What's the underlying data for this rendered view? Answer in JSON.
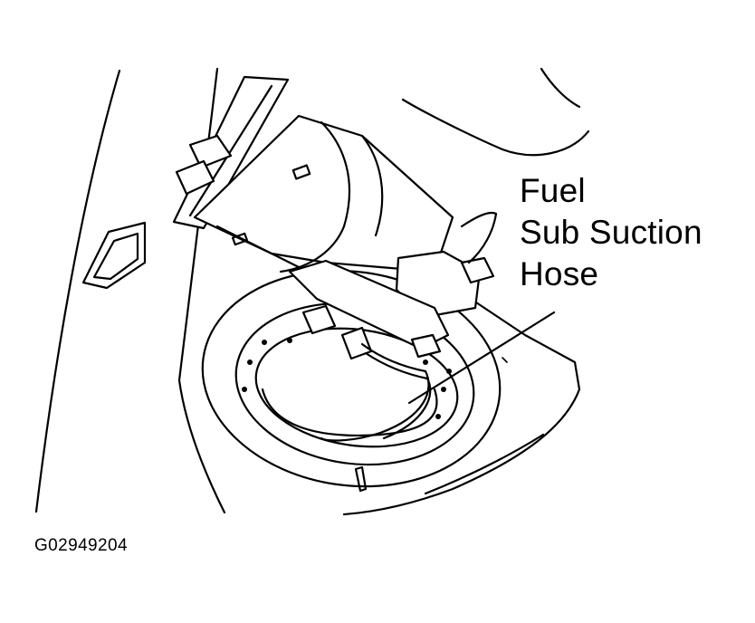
{
  "callout": {
    "line1": "Fuel",
    "line2": "Sub Suction",
    "line3": "Hose"
  },
  "figure_id": "G02949204"
}
